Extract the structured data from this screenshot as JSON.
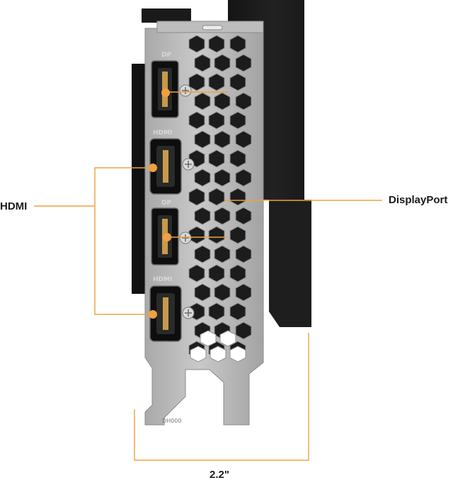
{
  "callouts": {
    "left_label": "HDMI",
    "right_label": "DisplayPort",
    "dimension_label": "2.2\""
  },
  "bracket": {
    "port_labels": [
      "DP",
      "HDMI",
      "DP",
      "HDMI"
    ],
    "stamp": "DH000"
  },
  "colors": {
    "accent": "#f0a040",
    "bracket_metal": "#b8b8b8",
    "shroud": "#1b1b1b"
  }
}
